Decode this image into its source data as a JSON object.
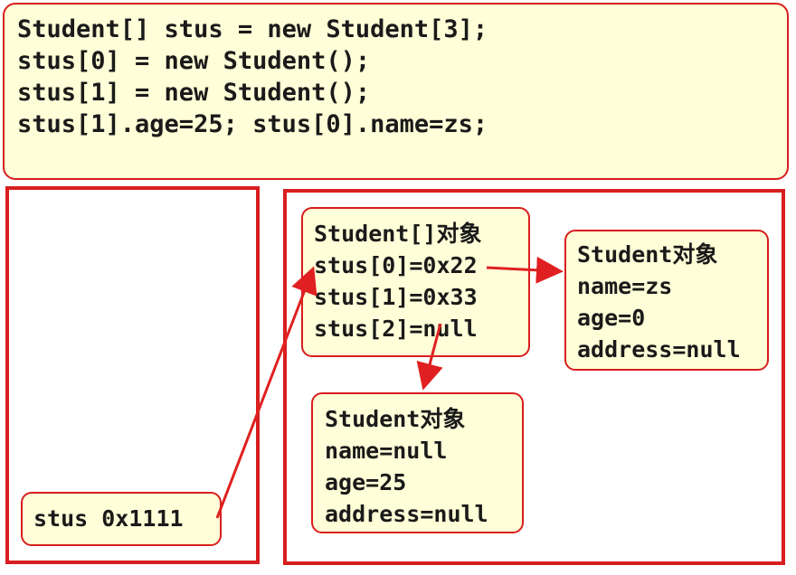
{
  "code": {
    "lines": [
      "Student[] stus = new Student[3];",
      "stus[0] = new Student();",
      "stus[1] = new Student();",
      "stus[1].age=25; stus[0].name=zs;"
    ]
  },
  "stack": {
    "var": "stus 0x1111"
  },
  "array_object": {
    "lines": [
      "Student[]对象",
      "stus[0]=0x22",
      "stus[1]=0x33",
      "stus[2]=null"
    ]
  },
  "student_object_1": {
    "lines": [
      "Student对象",
      "name=zs",
      "age=0",
      "address=null"
    ]
  },
  "student_object_2": {
    "lines": [
      "Student对象",
      "name=null",
      "age=25",
      "address=null"
    ]
  },
  "colors": {
    "border": "#d81e1e",
    "note_fill": "#fefed8",
    "arrow": "#e02020"
  }
}
